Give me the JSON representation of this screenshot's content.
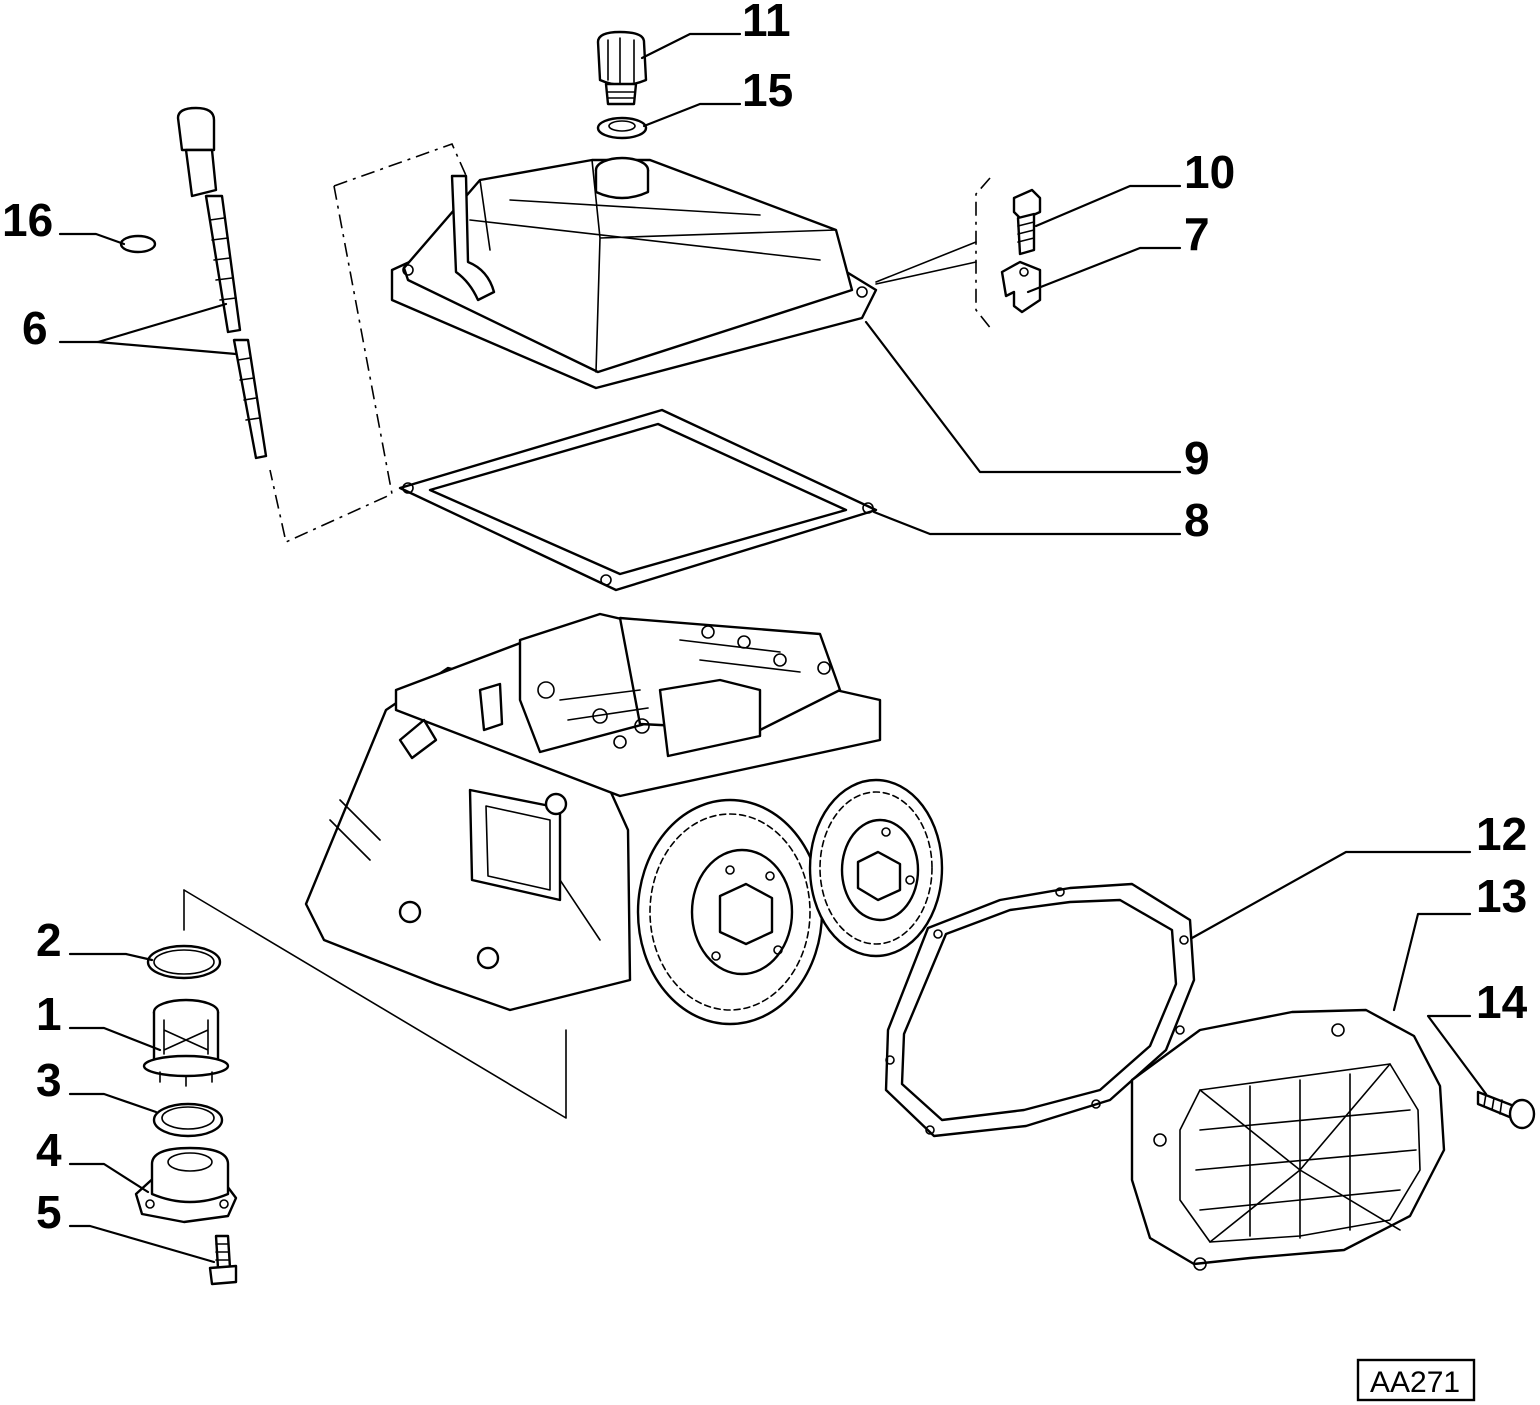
{
  "diagram": {
    "reference_code": "AA271",
    "callouts": [
      {
        "id": "c1",
        "label": "1"
      },
      {
        "id": "c2",
        "label": "2"
      },
      {
        "id": "c3",
        "label": "3"
      },
      {
        "id": "c4",
        "label": "4"
      },
      {
        "id": "c5",
        "label": "5"
      },
      {
        "id": "c6",
        "label": "6"
      },
      {
        "id": "c7",
        "label": "7"
      },
      {
        "id": "c8",
        "label": "8"
      },
      {
        "id": "c9",
        "label": "9"
      },
      {
        "id": "c10",
        "label": "10"
      },
      {
        "id": "c11",
        "label": "11"
      },
      {
        "id": "c12",
        "label": "12"
      },
      {
        "id": "c13",
        "label": "13"
      },
      {
        "id": "c14",
        "label": "14"
      },
      {
        "id": "c15",
        "label": "15"
      },
      {
        "id": "c16",
        "label": "16"
      }
    ]
  }
}
